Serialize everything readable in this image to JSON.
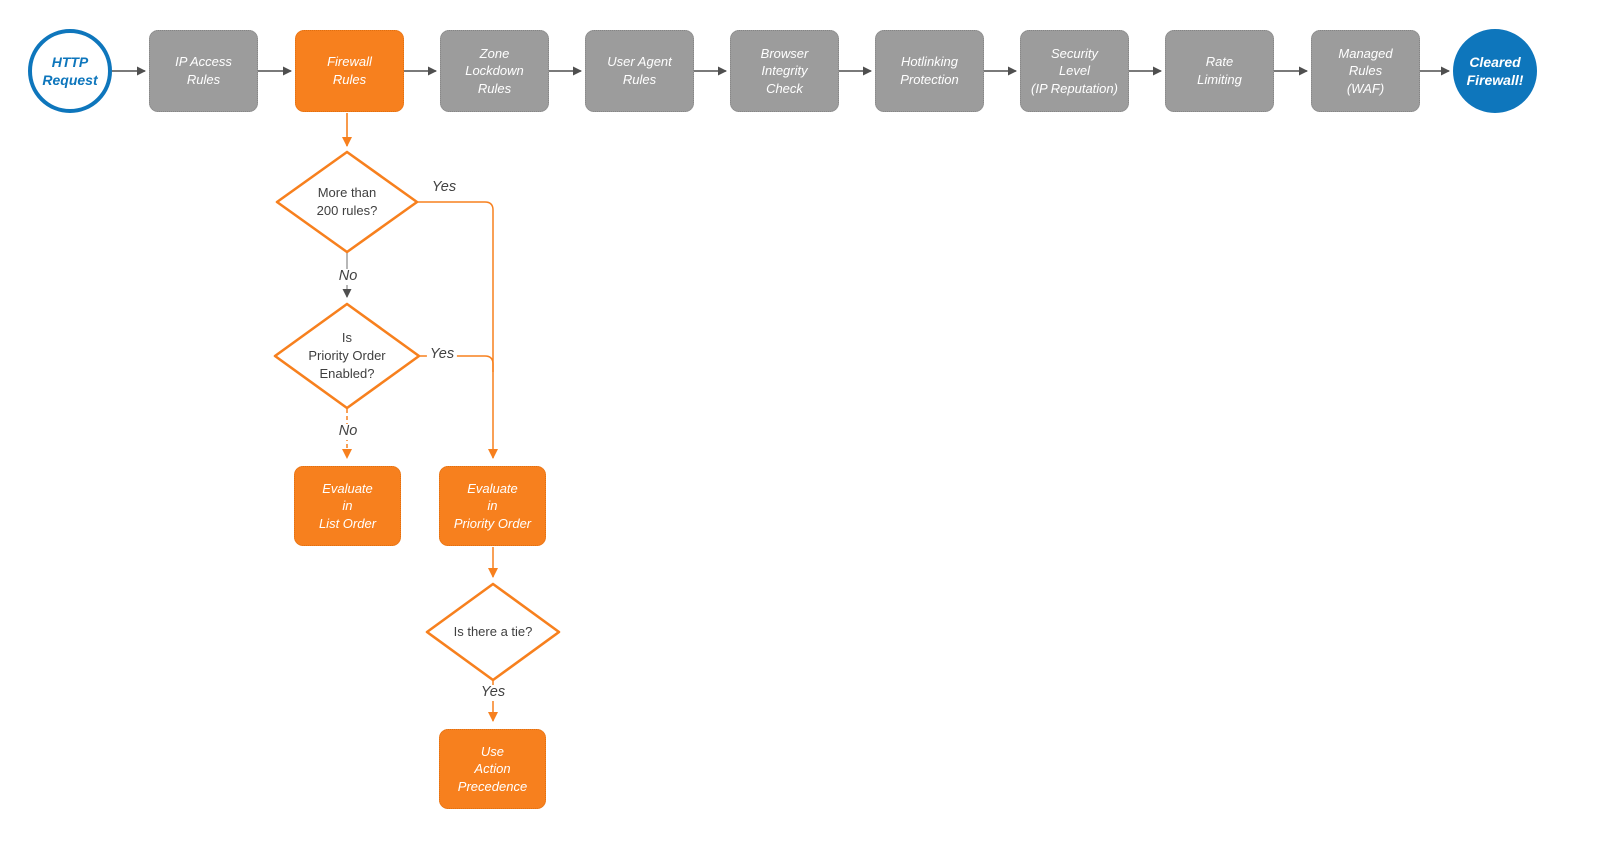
{
  "title": "HTTP request firewall evaluation flowchart",
  "colors": {
    "accent_orange": "#F7801E",
    "accent_blue": "#0E76BC",
    "stage_gray": "#9C9C9C",
    "connector_dark": "#4F4F4F",
    "connector_light": "#A5A5A5",
    "text_dark": "#3F3F3F",
    "text_white": "#FFFFFF"
  },
  "pipeline": [
    {
      "label": "HTTP\nRequest",
      "type": "start-circle"
    },
    {
      "label": "IP Access\nRules",
      "type": "stage"
    },
    {
      "label": "Firewall\nRules",
      "type": "stage-highlighted"
    },
    {
      "label": "Zone\nLockdown\nRules",
      "type": "stage"
    },
    {
      "label": "User Agent\nRules",
      "type": "stage"
    },
    {
      "label": "Browser\nIntegrity\nCheck",
      "type": "stage"
    },
    {
      "label": "Hotlinking\nProtection",
      "type": "stage"
    },
    {
      "label": "Security\nLevel\n(IP Reputation)",
      "type": "stage"
    },
    {
      "label": "Rate\nLimiting",
      "type": "stage"
    },
    {
      "label": "Managed\nRules\n(WAF)",
      "type": "stage"
    },
    {
      "label": "Cleared\nFirewall!",
      "type": "end-circle"
    }
  ],
  "flow": {
    "decisions": {
      "more_than_200": "More than\n200 rules?",
      "priority_enabled": "Is\nPriority Order\nEnabled?",
      "tie": "Is there a tie?"
    },
    "actions": {
      "list_order": "Evaluate\nin\nList Order",
      "priority_order": "Evaluate\nin\nPriority Order",
      "action_precedence": "Use\nAction\nPrecedence"
    },
    "edge_labels": {
      "more_than_200_yes": "Yes",
      "more_than_200_no": "No",
      "priority_enabled_yes": "Yes",
      "priority_enabled_no": "No",
      "tie_yes": "Yes"
    }
  }
}
